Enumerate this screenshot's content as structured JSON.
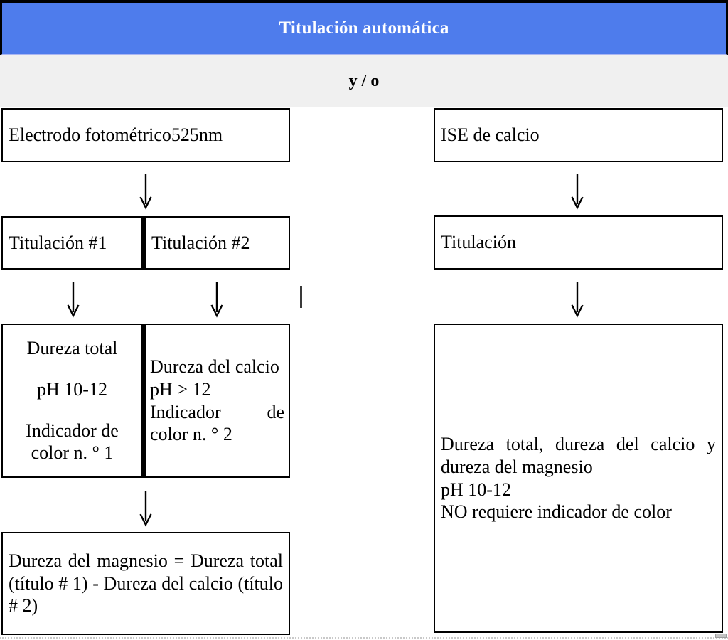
{
  "colors": {
    "header_bg": "#4e7cec",
    "header_text": "#ffffff",
    "band_bg": "#f0f0f0",
    "box_border": "#000000"
  },
  "header": {
    "title": "Titulación automática"
  },
  "connector_label": "y / o",
  "left": {
    "electrode_box": "Electrodo fotométrico525nm",
    "titration_box": {
      "cell1": "Titulación #1",
      "cell2": "Titulación #2"
    },
    "detail_box": {
      "left": {
        "line1": "Dureza total",
        "line2": "pH 10-12",
        "line3": "Indicador de color n. ° 1"
      },
      "right": {
        "line1": "Dureza del calcio",
        "line2": "pH > 12",
        "line3": "Indicador de color n. ° 2"
      }
    },
    "result_box": "Dureza del magnesio = Dureza total (título # 1) - Dureza del calcio (título # 2)"
  },
  "right": {
    "electrode_box": "ISE de calcio",
    "titration_box": "Titulación",
    "detail_box": {
      "line1": "Dureza total, dureza del calcio y dureza del magnesio",
      "line2": "pH 10-12",
      "line3": "NO requiere indicador de color"
    }
  }
}
